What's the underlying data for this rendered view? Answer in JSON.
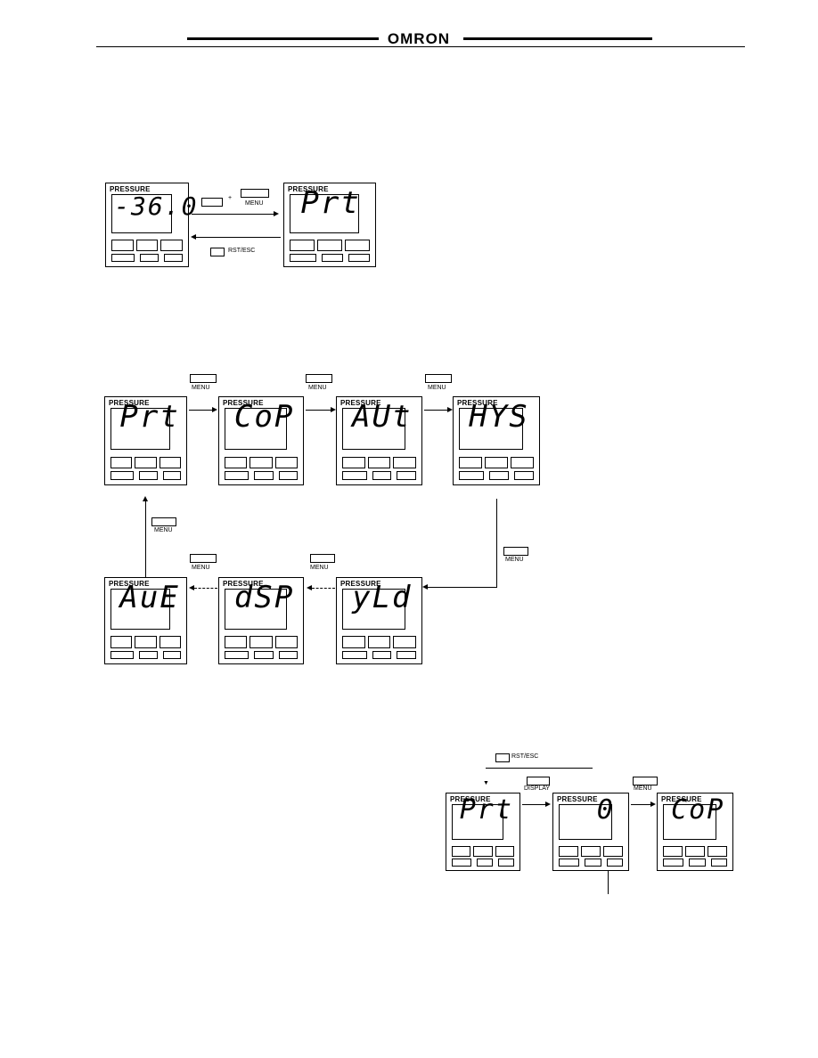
{
  "header": {
    "logo": "OMRON"
  },
  "common": {
    "pressure": "PRESSURE"
  },
  "panels": {
    "p1": {
      "display": "-36.0"
    },
    "p2": {
      "display": "Prt"
    },
    "p3": {
      "display": "Prt"
    },
    "p4": {
      "display": "CoP"
    },
    "p5": {
      "display": "AUt"
    },
    "p6": {
      "display": "HYS"
    },
    "p7": {
      "display": "AuE"
    },
    "p8": {
      "display": "dSP"
    },
    "p9": {
      "display": "yLd"
    },
    "p10": {
      "display": "Prt"
    },
    "p11": {
      "display": "0"
    },
    "p12": {
      "display": "CoP"
    }
  },
  "labels": {
    "menu": "MENU",
    "rst_esc": "RST/ESC",
    "display": "DISPLAY"
  }
}
